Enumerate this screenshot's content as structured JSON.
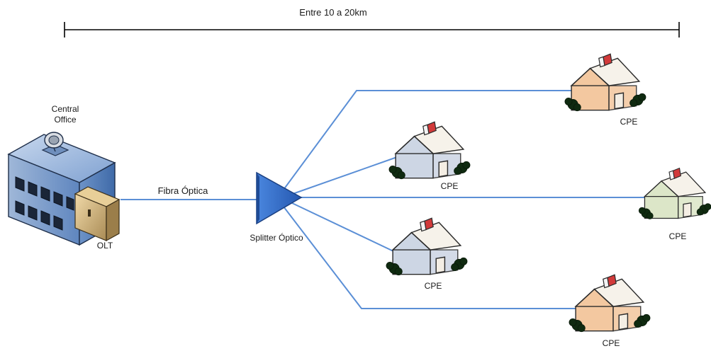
{
  "diagram": {
    "distance_label": "Entre 10 a 20km",
    "central_office_label_line1": "Central",
    "central_office_label_line2": "Office",
    "olt_label": "OLT",
    "fiber_label": "Fibra Óptica",
    "splitter_label": "Splitter Óptico",
    "cpe_labels": [
      "CPE",
      "CPE",
      "CPE",
      "CPE",
      "CPE"
    ]
  },
  "colors": {
    "fiber_line": "#5b8fd6",
    "splitter_fill": "#2f6fd0",
    "splitter_stroke": "#1a3f80",
    "scale_bar": "#000000",
    "building_blue": "#5f8fc9",
    "house_orange": "#f3c8a0",
    "house_blue_grey": "#c9d3e2",
    "house_green": "#d8e3c4",
    "roof_red_chimney": "#d23a3a"
  }
}
